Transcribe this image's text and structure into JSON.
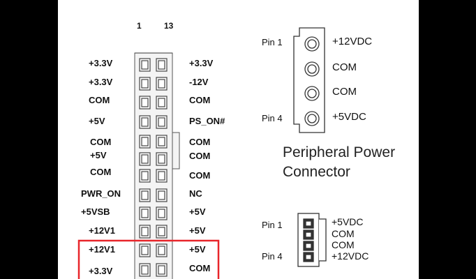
{
  "main_connector": {
    "column_numbers": [
      "1",
      "13"
    ],
    "left_labels": [
      "+3.3V",
      "+3.3V",
      "COM",
      "+5V",
      "COM",
      "+5V",
      "COM",
      "PWR_ON",
      "+5VSB",
      "+12V1",
      "+12V1",
      "+3.3V"
    ],
    "right_labels": [
      "+3.3V",
      "-12V",
      "COM",
      "PS_ON#",
      "COM",
      "COM",
      "COM",
      "NC",
      "+5V",
      "+5V",
      "+5V",
      "COM"
    ],
    "highlight_color": "#e8252a"
  },
  "peripheral_connector": {
    "pin_first": "Pin 1",
    "pin_last": "Pin 4",
    "pins": [
      "+12VDC",
      "COM",
      "COM",
      "+5VDC"
    ],
    "title_line1": "Peripheral Power",
    "title_line2": "Connector"
  },
  "floppy_connector": {
    "pin_first": "Pin 1",
    "pin_last": "Pin 4",
    "pins": [
      "+5VDC",
      "COM",
      "COM",
      "+12VDC"
    ]
  }
}
